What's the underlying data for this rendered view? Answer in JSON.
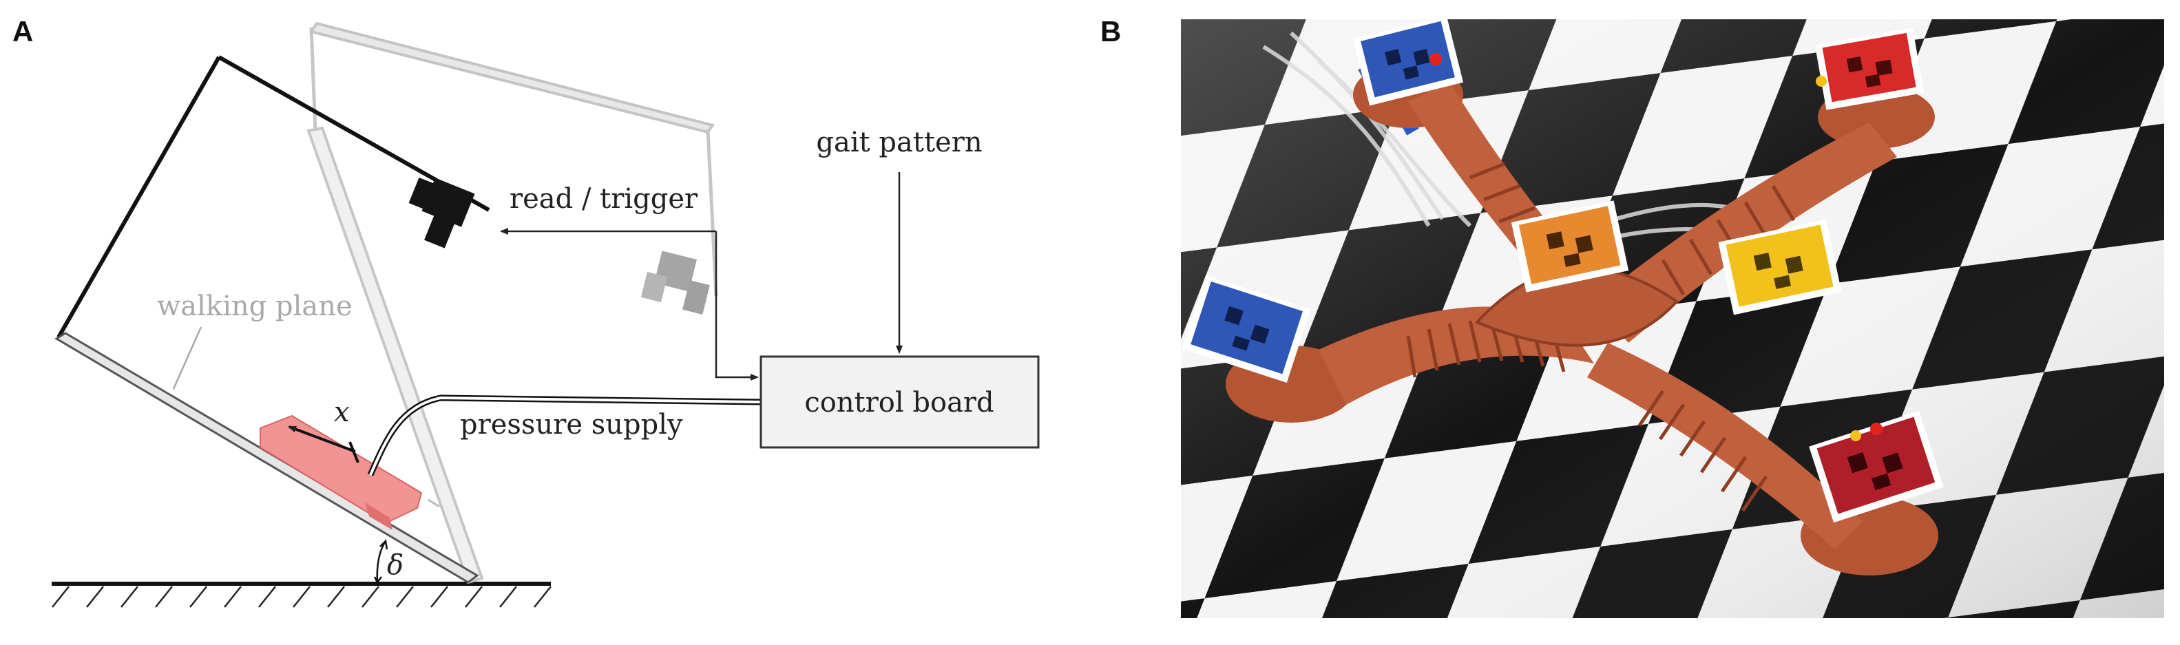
{
  "panels": {
    "a": {
      "label": "A",
      "texts": {
        "walking_plane": "walking plane",
        "read_trigger": "read / trigger",
        "gait_pattern": "gait pattern",
        "control_board": "control board",
        "pressure_supply": "pressure supply",
        "x_symbol": "x",
        "delta_symbol": "δ"
      }
    },
    "b": {
      "label": "B"
    }
  },
  "colors": {
    "robot_pink": "#f08a8a",
    "robot_terracotta": "#b9573a",
    "marker_blue": "#2f57b8",
    "marker_orange": "#e7892e",
    "marker_yellow": "#f1c21b",
    "marker_red": "#d92a2a",
    "ghost_grey": "#bdbdbd"
  }
}
